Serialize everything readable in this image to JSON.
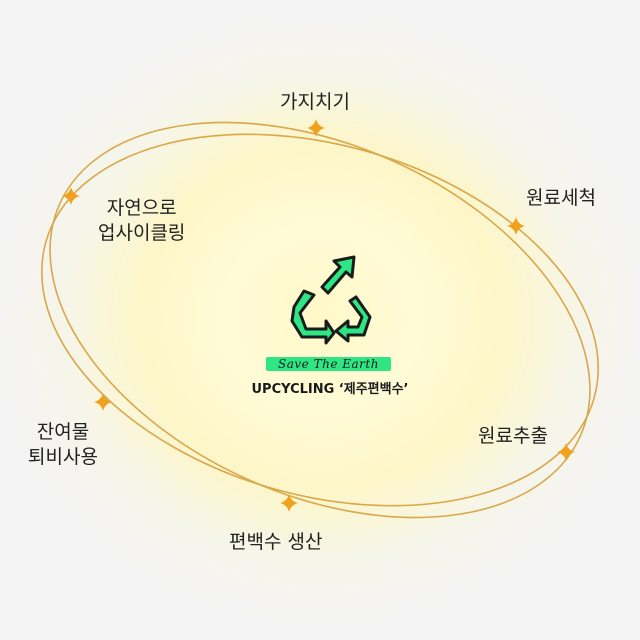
{
  "center": {
    "slogan": "Save The Earth",
    "brand": "UPCYCLING ‘제주편백수’",
    "icon": "recycle-arrows-icon",
    "icon_color": "#2ee684"
  },
  "steps": [
    {
      "id": "pruning",
      "text": "가지치기"
    },
    {
      "id": "material-washing",
      "text": "원료세척"
    },
    {
      "id": "material-extraction",
      "text": "원료추출"
    },
    {
      "id": "production",
      "text": "편백수 생산"
    },
    {
      "id": "residue-reuse",
      "lines": [
        "잔여물",
        "퇴비사용"
      ]
    },
    {
      "id": "nature-upcycling",
      "lines": [
        "자연으로",
        "업사이클링"
      ]
    }
  ],
  "colors": {
    "orbit": "#d9a84a",
    "star": "#f0a21c",
    "glow": "#fff9c9"
  }
}
